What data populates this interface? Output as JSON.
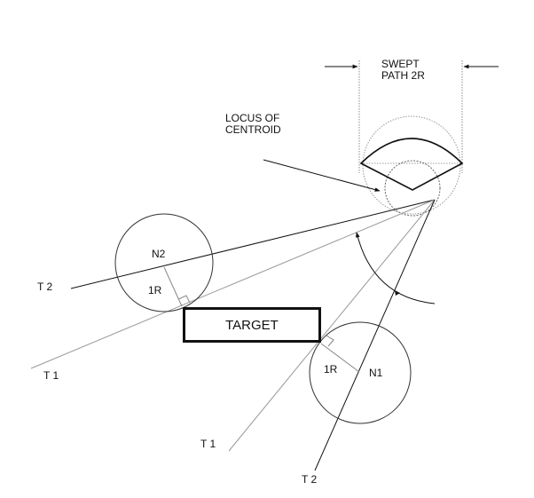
{
  "labels": {
    "swept_path_1": "SWEPT",
    "swept_path_2": "PATH 2R",
    "locus_1": "LOCUS OF",
    "locus_2": "CENTROID",
    "n2": "N2",
    "n1": "N1",
    "radius_n2": "1R",
    "radius_n1": "1R",
    "t2_upper": "T 2",
    "t1_left": "T 1",
    "t1_lower": "T 1",
    "t2_lower": "T 2",
    "target": "TARGET"
  },
  "colors": {
    "line": "#111111",
    "dotted": "#888888"
  }
}
